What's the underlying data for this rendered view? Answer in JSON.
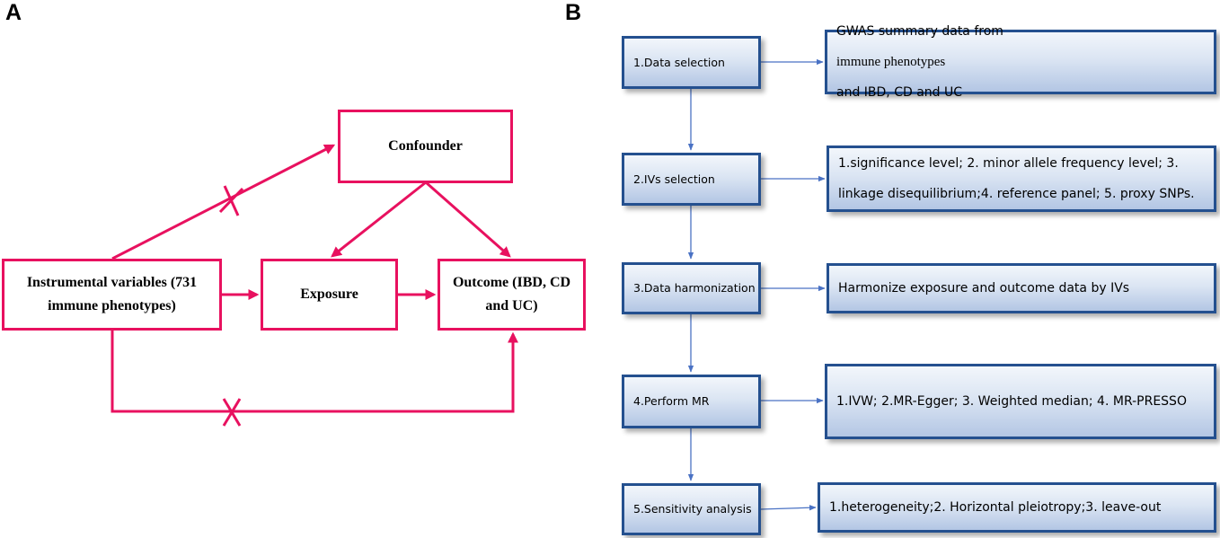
{
  "panel_a": {
    "letter": "A",
    "confounder": "Confounder",
    "instrumental": "Instrumental variables (731 immune phenotypes)",
    "exposure": "Exposure",
    "outcome": "Outcome (IBD, CD and UC)"
  },
  "panel_b": {
    "letter": "B",
    "steps": [
      {
        "label": "1.Data selection",
        "description": {
          "part1": "GWAS summary data from ",
          "part2": "immune phenotypes",
          "part3": " and IBD, CD and UC"
        }
      },
      {
        "label": "2.IVs selection",
        "description": "1.significance level; 2. minor allele frequency level; 3. linkage disequilibrium;4. reference panel; 5. proxy SNPs."
      },
      {
        "label": "3.Data harmonization",
        "description": "Harmonize exposure and outcome data by IVs"
      },
      {
        "label": "4.Perform MR",
        "description": "1.IVW; 2.MR-Egger; 3. Weighted median; 4. MR-PRESSO"
      },
      {
        "label": "5.Sensitivity analysis",
        "description": "1.heterogeneity;2. Horizontal pleiotropy;3. leave-out"
      }
    ]
  },
  "colors": {
    "panel_a_line": "#e8115f",
    "panel_b_border": "#24508f",
    "panel_b_connector": "#4a72c4"
  }
}
